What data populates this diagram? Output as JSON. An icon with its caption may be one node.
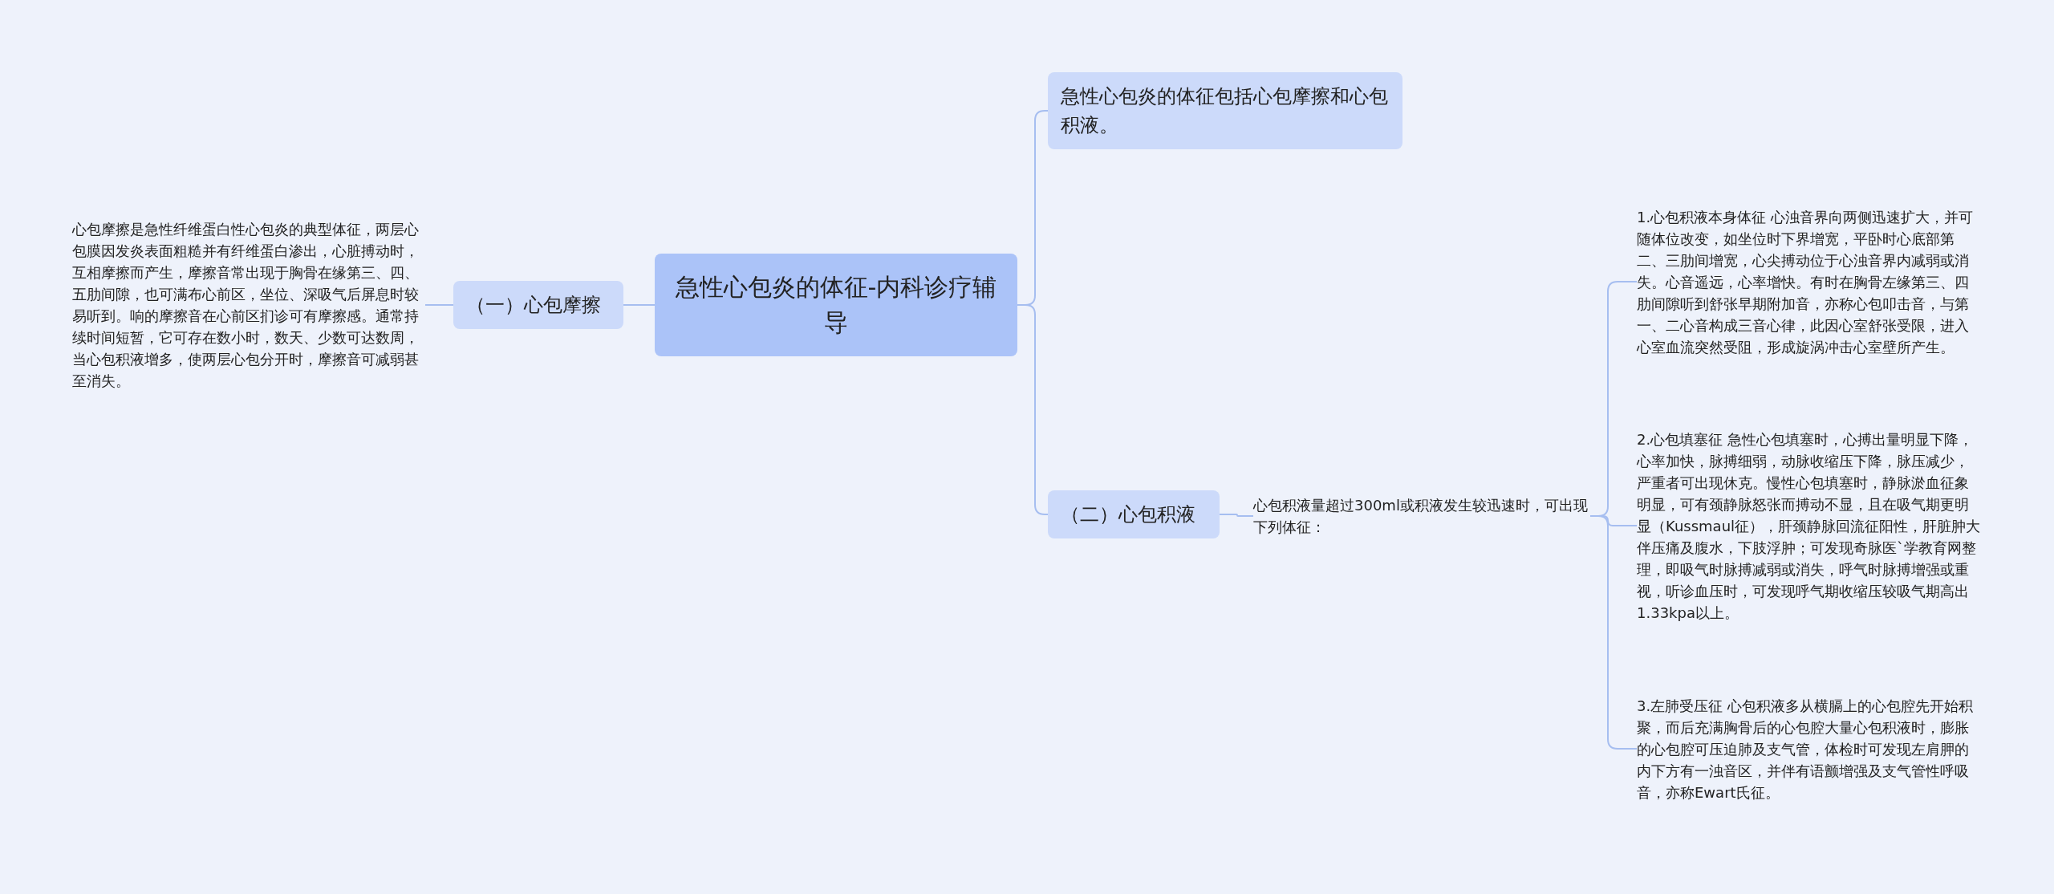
{
  "diagram": {
    "nodes": [
      {
        "text": [
          "急性心包炎的体征-内科诊疗辅导"
        ]
      },
      {
        "text": [
          "急性心包炎的体征包括心包摩擦和心包积液。"
        ]
      },
      {
        "text": [
          "（一）心包摩擦"
        ]
      },
      {
        "text": [
          "心包摩擦是急性纤维蛋白性心包炎的典型体征，两层心包膜因发炎表面粗糙并有纤维蛋白渗出，心脏搏动时，互相摩擦而产生，摩擦音常出现于胸骨在缘第三、四、五肋间隙，也可满布心前区，坐位、深吸气后屏息时较易听到。响的摩擦音在心前区扪诊可有摩擦感。通常持续时间短暂，它可存在数小时，数天、少数可达数周，当心包积液增多，使两层心包分开时，摩擦音可减弱甚至消失。"
        ]
      },
      {
        "text": [
          "（二）心包积液"
        ]
      },
      {
        "text": [
          "心包积液量超过300ml或积液发生较迅速时，可出现下列体征："
        ]
      },
      {
        "text": [
          "1.心包积液本身体征 心浊音界向两侧迅速扩大，并可随体位改变，如坐位时下界增宽，平卧时心底部第二、三肋间增宽，心尖搏动位于心浊音界内减弱或消失。心音遥远，心率增快。有时在胸骨左缘第三、四肋间隙听到舒张早期附加音，亦称心包叩击音，与第一、二心音构成三音心律，此因心室舒张受限，进入心室血流突然受阻，形成旋涡冲击心室壁所产生。"
        ]
      },
      {
        "text": [
          "2.心包填塞征 急性心包填塞时，心搏出量明显下降，心率加快，脉搏细弱，动脉收缩压下降，脉压减少，严重者可出现休克。慢性心包填塞时，静脉淤血征象明显，可有颈静脉怒张而搏动不显，且在吸气期更明显（Kussmaul征），肝颈静脉回流征阳性，肝脏肿大伴压痛及腹水，下肢浮肿；可发现奇脉医`学教育网整理，即吸气时脉搏减弱或消失，呼气时脉搏增强或重视，听诊血压时，可发现呼气期收缩压较吸气期高出1.33kpa以上。"
        ]
      },
      {
        "text": [
          "3.左肺受压征 心包积液多从横膈上的心包腔先开始积聚，而后充满胸骨后的心包腔大量心包积液时，膨胀的心包腔可压迫肺及支气管，体检时可发现左肩胛的内下方有一浊音区，并伴有语颤增强及支气管性呼吸音，亦称Ewart氏征。"
        ]
      }
    ],
    "edges": [
      {
        "from": 0,
        "to": 1,
        "arrow": "none"
      },
      {
        "from": 0,
        "to": 2,
        "arrow": "none"
      },
      {
        "from": 0,
        "to": 4,
        "arrow": "none"
      },
      {
        "from": 2,
        "to": 3,
        "arrow": "none"
      },
      {
        "from": 4,
        "to": 5,
        "arrow": "none"
      },
      {
        "from": 5,
        "to": 6,
        "arrow": "none"
      },
      {
        "from": 5,
        "to": 7,
        "arrow": "none"
      },
      {
        "from": 5,
        "to": 8,
        "arrow": "none"
      }
    ]
  }
}
